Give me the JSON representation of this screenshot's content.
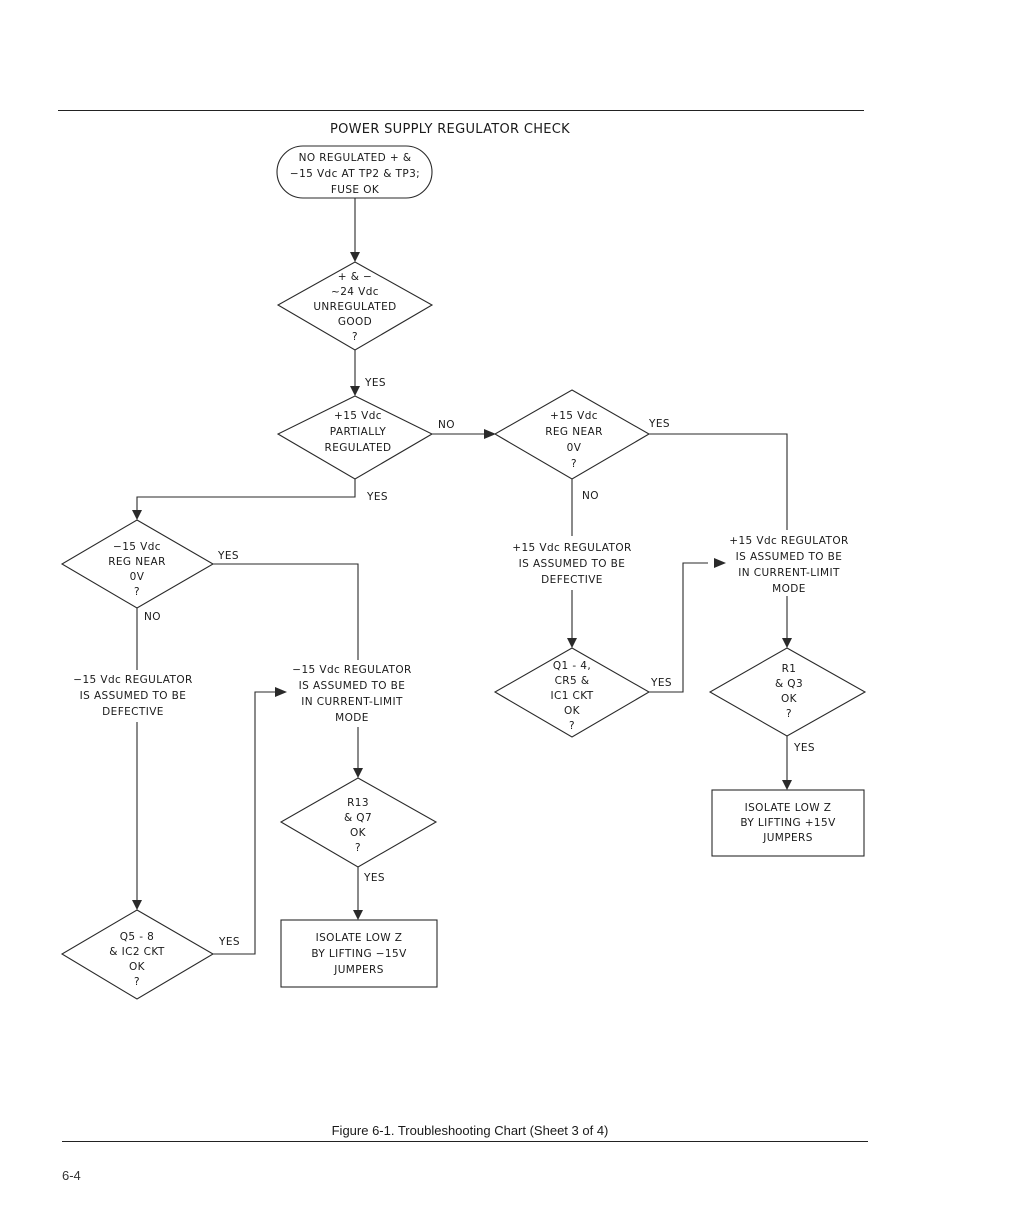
{
  "title": "POWER SUPPLY REGULATOR CHECK",
  "caption": "Figure 6-1.  Troubleshooting Chart (Sheet 3 of 4)",
  "page_number": "6-4",
  "nodes": {
    "start": [
      "NO REGULATED + &",
      "−15 Vdc AT TP2 & TP3;",
      "FUSE OK"
    ],
    "unreg": [
      "+ & −",
      "~24 Vdc",
      "UNREGULATED",
      "GOOD",
      "?"
    ],
    "partial": [
      "+15 Vdc",
      "PARTIALLY",
      "REGULATED"
    ],
    "pos_near0": [
      "+15 Vdc",
      "REG NEAR",
      "0V",
      "?"
    ],
    "neg_near0": [
      "−15 Vdc",
      "REG NEAR",
      "0V",
      "?"
    ],
    "pos_defective": [
      "+15 Vdc REGULATOR",
      "IS ASSUMED TO BE",
      "DEFECTIVE"
    ],
    "pos_current_limit": [
      "+15 Vdc REGULATOR",
      "IS ASSUMED TO BE",
      "IN CURRENT-LIMIT",
      "MODE"
    ],
    "neg_defective": [
      "−15 Vdc REGULATOR",
      "IS ASSUMED TO BE",
      "DEFECTIVE"
    ],
    "neg_current_limit": [
      "−15 Vdc REGULATOR",
      "IS ASSUMED TO BE",
      "IN CURRENT-LIMIT",
      "MODE"
    ],
    "q1_4": [
      "Q1 - 4,",
      "CR5 &",
      "IC1 CKT",
      "OK",
      "?"
    ],
    "r1_q3": [
      "R1",
      "& Q3",
      "OK",
      "?"
    ],
    "r13_q7": [
      "R13",
      "& Q7",
      "OK",
      "?"
    ],
    "q5_8": [
      "Q5 - 8",
      "& IC2 CKT",
      "OK",
      "?"
    ],
    "isolate_pos": [
      "ISOLATE LOW Z",
      "BY LIFTING +15V",
      "JUMPERS"
    ],
    "isolate_neg": [
      "ISOLATE LOW Z",
      "BY LIFTING −15V",
      "JUMPERS"
    ]
  },
  "labels": {
    "yes": "YES",
    "no": "NO"
  }
}
